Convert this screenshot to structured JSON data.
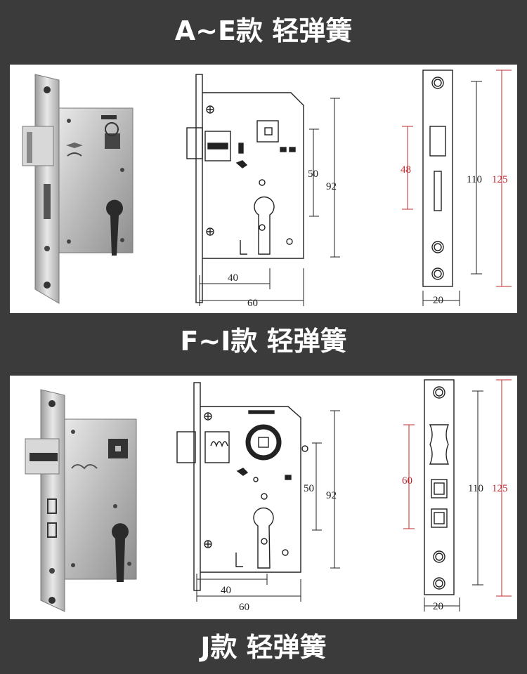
{
  "headings": {
    "section1": "A~E款 轻弹簧",
    "section2": "F~I款 轻弹簧",
    "section3": "J款 轻弹簧"
  },
  "colors": {
    "background": "#3b3b3b",
    "panel": "#ffffff",
    "dimension_black": "#222222",
    "dimension_red": "#c0282d"
  },
  "panel1": {
    "front_view": {
      "width": "60",
      "backset": "40",
      "height": "92",
      "center": "50"
    },
    "faceplate": {
      "width": "20",
      "inner": "110",
      "outer": "125",
      "latch": "48"
    }
  },
  "panel2": {
    "front_view": {
      "width": "60",
      "backset": "40",
      "height": "92",
      "center": "50"
    },
    "faceplate": {
      "width": "20",
      "inner": "110",
      "outer": "125",
      "latch": "60"
    }
  }
}
